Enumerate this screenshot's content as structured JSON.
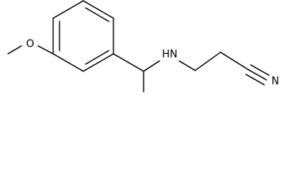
{
  "molecule": {
    "atoms": {
      "O_methoxy": "O",
      "N_amine": "H​N",
      "N_nitrile": "N"
    },
    "bond_color": "#000000",
    "background_color": "#ffffff"
  }
}
